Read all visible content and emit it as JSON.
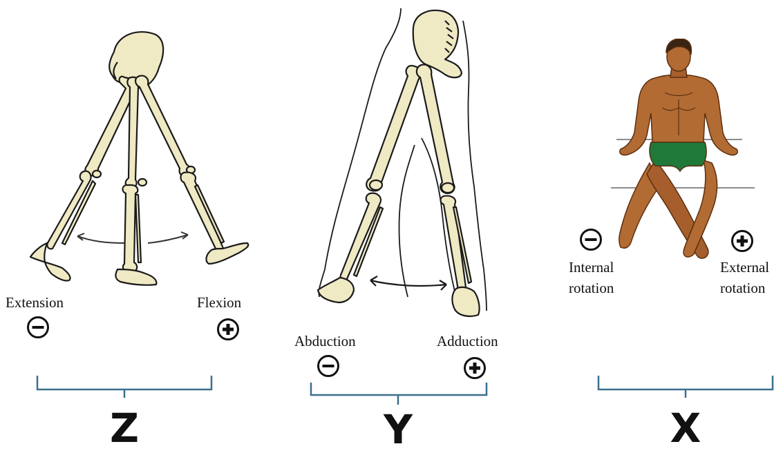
{
  "colors": {
    "bone_fill": "#efe9c4",
    "bone_stroke": "#1a1a1a",
    "skin": "#b26b33",
    "skin_dark": "#7a4218",
    "hair": "#3a2414",
    "shorts": "#1f7a3a",
    "bracket": "#3b6f8c",
    "sign": "#111111"
  },
  "panels": [
    {
      "axis": "Z",
      "negative_label": "Extension",
      "positive_label": "Flexion",
      "figure": "leg-bones-sagittal"
    },
    {
      "axis": "Y",
      "negative_label": "Abduction",
      "positive_label": "Adduction",
      "figure": "leg-bones-frontal"
    },
    {
      "axis": "X",
      "negative_label_line1": "Internal",
      "negative_label_line2": "rotation",
      "positive_label_line1": "External",
      "positive_label_line2": "rotation",
      "figure": "seated-man-rotation"
    }
  ],
  "icons": {
    "negative": "minus-circle-icon",
    "positive": "plus-circle-icon"
  }
}
